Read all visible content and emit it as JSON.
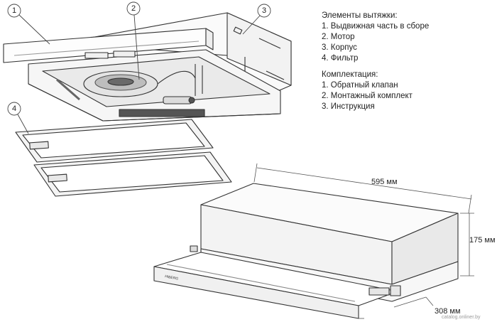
{
  "legend": {
    "parts_title": "Элементы вытяжки:",
    "parts": [
      "1. Выдвижная часть в сборе",
      "2. Мотор",
      "3. Корпус",
      "4. Фильтр"
    ],
    "kit_title": "Комплектация:",
    "kit": [
      "1. Обратный клапан",
      "2. Монтажный комплект",
      "3. Инструкция"
    ]
  },
  "callouts": [
    "1",
    "2",
    "3",
    "4"
  ],
  "dimensions": {
    "width": "595 мм",
    "height": "175 мм",
    "depth": "308 мм"
  },
  "brand_label": "HIBERG",
  "watermark": "catalog.onliner.by"
}
